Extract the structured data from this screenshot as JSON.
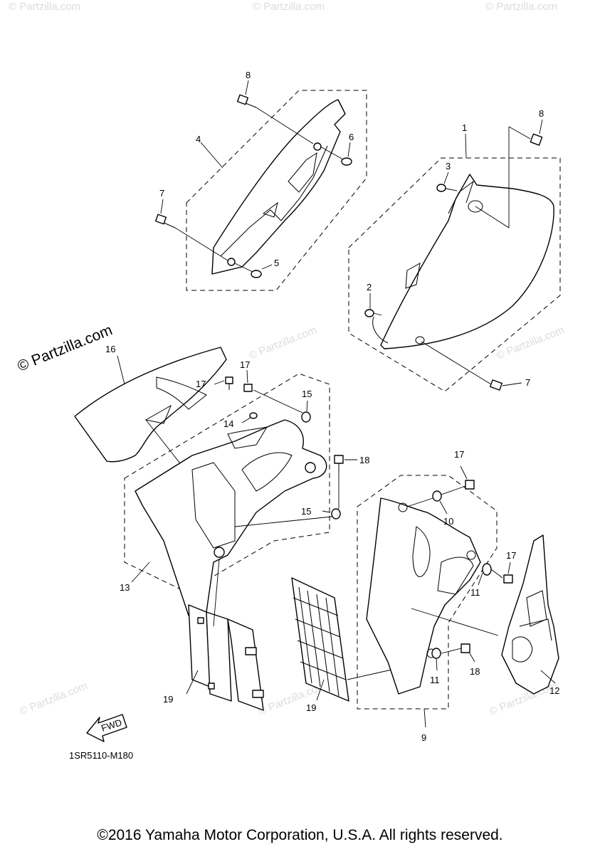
{
  "diagram": {
    "code": "1SR5110-M180",
    "fwd_label": "FWD",
    "watermark_main": "© Partzilla.com",
    "watermark_faint": "© Partzilla.com",
    "callouts": {
      "c1": "1",
      "c2": "2",
      "c3": "3",
      "c4": "4",
      "c5": "5",
      "c6": "6",
      "c7a": "7",
      "c7b": "7",
      "c8a": "8",
      "c8b": "8",
      "c9": "9",
      "c10": "10",
      "c11a": "11",
      "c11b": "11",
      "c12": "12",
      "c13": "13",
      "c14": "14",
      "c15a": "15",
      "c15b": "15",
      "c16": "16",
      "c17a": "17",
      "c17b": "17",
      "c17c": "17",
      "c17d": "17",
      "c18a": "18",
      "c18b": "18",
      "c19a": "19",
      "c19b": "19"
    }
  },
  "footer": {
    "copyright": "©2016 Yamaha Motor Corporation, U.S.A. All rights reserved."
  }
}
